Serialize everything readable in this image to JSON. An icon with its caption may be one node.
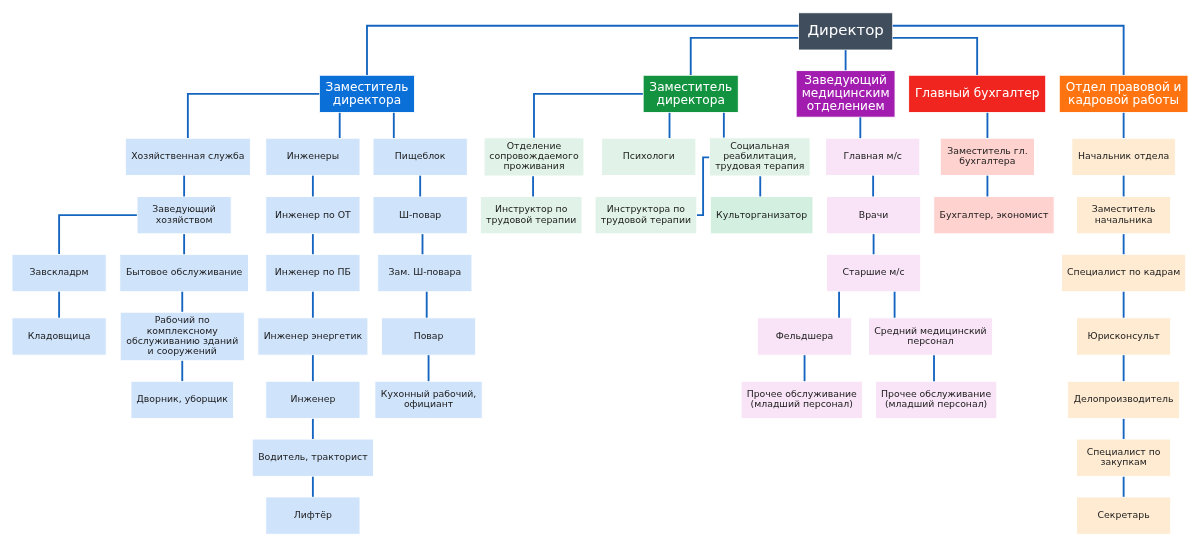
{
  "diagram": {
    "nodes": [
      {
        "text": [
          "Директор"
        ]
      },
      {
        "text": [
          "Заместитель директора"
        ]
      },
      {
        "text": [
          "Заместитель директора"
        ]
      },
      {
        "text": [
          "Заведующий медицинским отделением"
        ]
      },
      {
        "text": [
          "Главный бухгалтер"
        ]
      },
      {
        "text": [
          "Отдел правовой и кадровой работы"
        ]
      },
      {
        "text": [
          "Хозяйственная служба"
        ]
      },
      {
        "text": [
          "Инженеры"
        ]
      },
      {
        "text": [
          "Пищеблок"
        ]
      },
      {
        "text": [
          "Заведующий хозяйством"
        ]
      },
      {
        "text": [
          "Завскладрм"
        ]
      },
      {
        "text": [
          "Бытовое обслуживание"
        ]
      },
      {
        "text": [
          "Кладовщица"
        ]
      },
      {
        "text": [
          "Рабочий по комплексному обслуживанию зданий и сооружений"
        ]
      },
      {
        "text": [
          "Дворник, уборщик"
        ]
      },
      {
        "text": [
          "Инженер по ОТ"
        ]
      },
      {
        "text": [
          "Инженер по ПБ"
        ]
      },
      {
        "text": [
          "Инженер энергетик"
        ]
      },
      {
        "text": [
          "Инженер"
        ]
      },
      {
        "text": [
          "Водитель, тракторист"
        ]
      },
      {
        "text": [
          "Лифтёр"
        ]
      },
      {
        "text": [
          "Ш-повар"
        ]
      },
      {
        "text": [
          "Зам. Ш-повара"
        ]
      },
      {
        "text": [
          "Повар"
        ]
      },
      {
        "text": [
          "Кухонный рабочий, официант"
        ]
      },
      {
        "text": [
          "Отделение сопровождаемого проживания"
        ]
      },
      {
        "text": [
          "Психологи"
        ]
      },
      {
        "text": [
          "Социальная реабилитация, трудовая терапия"
        ]
      },
      {
        "text": [
          "Инструктор по трудовой терапии"
        ]
      },
      {
        "text": [
          "Инструктора по трудовой терапии"
        ]
      },
      {
        "text": [
          "Культорганизатор"
        ]
      },
      {
        "text": [
          "Главная м/с"
        ]
      },
      {
        "text": [
          "Врачи"
        ]
      },
      {
        "text": [
          "Старшие м/с"
        ]
      },
      {
        "text": [
          "Фельдшера"
        ]
      },
      {
        "text": [
          "Средний медицинский персонал"
        ]
      },
      {
        "text": [
          "Прочее обслуживание (младший персонал)"
        ]
      },
      {
        "text": [
          "Прочее обслуживание (младший персонал)"
        ]
      },
      {
        "text": [
          "Заместитель гл. бухгалтера"
        ]
      },
      {
        "text": [
          "Бухгалтер, экономист"
        ]
      },
      {
        "text": [
          "Начальник отдела"
        ]
      },
      {
        "text": [
          "Заместитель начальника"
        ]
      },
      {
        "text": [
          "Специалист по кадрам"
        ]
      },
      {
        "text": [
          "Юрисконсульт"
        ]
      },
      {
        "text": [
          "Делопроизводитель"
        ]
      },
      {
        "text": [
          "Специалист по закупкам"
        ]
      },
      {
        "text": [
          "Секретарь"
        ]
      }
    ],
    "edges": [
      {
        "from": 0,
        "to": 1,
        "arrow": "none"
      },
      {
        "from": 0,
        "to": 2,
        "arrow": "none"
      },
      {
        "from": 0,
        "to": 3,
        "arrow": "none"
      },
      {
        "from": 0,
        "to": 4,
        "arrow": "none"
      },
      {
        "from": 0,
        "to": 5,
        "arrow": "none"
      },
      {
        "from": 1,
        "to": 6,
        "arrow": "none"
      },
      {
        "from": 1,
        "to": 7,
        "arrow": "none"
      },
      {
        "from": 1,
        "to": 8,
        "arrow": "none"
      },
      {
        "from": 6,
        "to": 9,
        "arrow": "none"
      },
      {
        "from": 9,
        "to": 10,
        "arrow": "none"
      },
      {
        "from": 9,
        "to": 11,
        "arrow": "none"
      },
      {
        "from": 10,
        "to": 12,
        "arrow": "none"
      },
      {
        "from": 11,
        "to": 13,
        "arrow": "none"
      },
      {
        "from": 13,
        "to": 14,
        "arrow": "none"
      },
      {
        "from": 7,
        "to": 15,
        "arrow": "none"
      },
      {
        "from": 15,
        "to": 16,
        "arrow": "none"
      },
      {
        "from": 16,
        "to": 17,
        "arrow": "none"
      },
      {
        "from": 17,
        "to": 18,
        "arrow": "none"
      },
      {
        "from": 18,
        "to": 19,
        "arrow": "none"
      },
      {
        "from": 19,
        "to": 20,
        "arrow": "none"
      },
      {
        "from": 8,
        "to": 21,
        "arrow": "none"
      },
      {
        "from": 21,
        "to": 22,
        "arrow": "none"
      },
      {
        "from": 22,
        "to": 23,
        "arrow": "none"
      },
      {
        "from": 23,
        "to": 24,
        "arrow": "none"
      },
      {
        "from": 2,
        "to": 25,
        "arrow": "none"
      },
      {
        "from": 2,
        "to": 26,
        "arrow": "none"
      },
      {
        "from": 2,
        "to": 27,
        "arrow": "none"
      },
      {
        "from": 25,
        "to": 28,
        "arrow": "none"
      },
      {
        "from": 27,
        "to": 29,
        "arrow": "none"
      },
      {
        "from": 27,
        "to": 30,
        "arrow": "none"
      },
      {
        "from": 3,
        "to": 31,
        "arrow": "none"
      },
      {
        "from": 31,
        "to": 32,
        "arrow": "none"
      },
      {
        "from": 32,
        "to": 33,
        "arrow": "none"
      },
      {
        "from": 33,
        "to": 34,
        "arrow": "none"
      },
      {
        "from": 33,
        "to": 35,
        "arrow": "none"
      },
      {
        "from": 34,
        "to": 36,
        "arrow": "none"
      },
      {
        "from": 35,
        "to": 37,
        "arrow": "none"
      },
      {
        "from": 4,
        "to": 38,
        "arrow": "none"
      },
      {
        "from": 38,
        "to": 39,
        "arrow": "none"
      },
      {
        "from": 5,
        "to": 40,
        "arrow": "none"
      },
      {
        "from": 40,
        "to": 41,
        "arrow": "none"
      },
      {
        "from": 41,
        "to": 42,
        "arrow": "none"
      },
      {
        "from": 42,
        "to": 43,
        "arrow": "none"
      },
      {
        "from": 43,
        "to": 44,
        "arrow": "none"
      },
      {
        "from": 44,
        "to": 45,
        "arrow": "none"
      },
      {
        "from": 45,
        "to": 46,
        "arrow": "none"
      }
    ]
  }
}
